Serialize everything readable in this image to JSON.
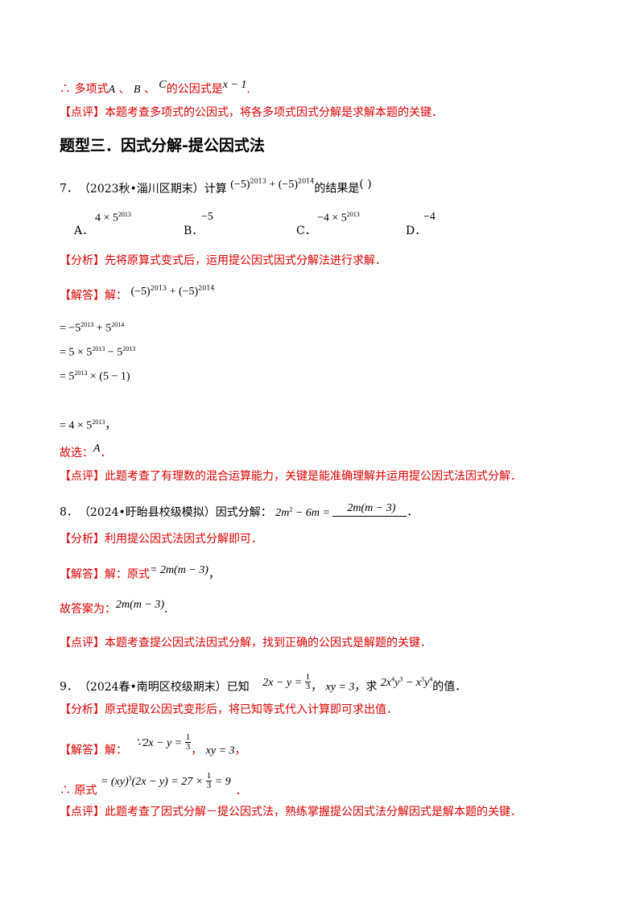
{
  "intro": {
    "therefore_line": {
      "prefix": "∴ 多项式",
      "a": "A",
      "sep1": " 、 ",
      "b": "B",
      "sep2": " 、 ",
      "c": "C",
      "mid": "的公因式是",
      "expr": "x − 1",
      "end": "."
    },
    "comment": "【点评】本题考查多项式的公因式，将各多项式因式分解是求解本题的关键．"
  },
  "section_heading": "题型三．因式分解-提公因式法",
  "q7": {
    "number": "7．",
    "source": "（2023秋•淄川区期末）计算",
    "expr_a": "(−5)",
    "exp_a": "2013",
    "expr_plus": " + (−5)",
    "exp_b": "2014",
    "tail": "的结果是",
    "paren": "(        )",
    "options": [
      {
        "letter": "A．",
        "base": "4 × 5",
        "exp": "2013"
      },
      {
        "letter": "B．",
        "base": "−5",
        "exp": ""
      },
      {
        "letter": "C．",
        "base": "−4 × 5",
        "exp": "2013"
      },
      {
        "letter": "D．",
        "base": "−4",
        "exp": ""
      }
    ],
    "analysis": "【分析】先将原算式变式后，运用提公因式因式分解法进行求解．",
    "solution_label": "【解答】解：",
    "solution_expr": "(−5)",
    "solution_exp_a": "2013",
    "solution_plus": " + (−5)",
    "solution_exp_b": "2014",
    "steps": [
      {
        "pre": "= −5",
        "e1": "2013",
        "mid": " + 5",
        "e2": "2014",
        "post": ""
      },
      {
        "pre": "= 5 × 5",
        "e1": "2013",
        "mid": " − 5",
        "e2": "2013",
        "post": ""
      },
      {
        "pre": "= 5",
        "e1": "2013",
        "mid": " × (5 − 1)",
        "e2": "",
        "post": ""
      },
      {
        "pre": "= 4 × 5",
        "e1": "2013",
        "mid": "",
        "e2": "",
        "post": "，"
      }
    ],
    "choice": "故选：",
    "choice_letter": "A",
    "choice_end": "．",
    "comment": "【点评】此题考查了有理数的混合运算能力，关键是能准确理解并运用提公因式法因式分解．"
  },
  "q8": {
    "number": "8．",
    "source": "（2024•盱眙县校级模拟）因式分解：",
    "expr": "2m",
    "exp": "2",
    "expr_rest": " − 6m = ",
    "answer": "2m(m − 3)",
    "end": "．",
    "analysis": "【分析】利用提公因式法因式分解即可．",
    "solution_label": "【解答】解：原式",
    "solution_expr": "= 2m(m − 3)",
    "solution_end": "，",
    "answer_label": "故答案为：",
    "answer_expr": "2m(m − 3)",
    "answer_end": ".",
    "comment": "【点评】本题考查提公因式法因式分解，找到正确的公因式是解题的关键．"
  },
  "q9": {
    "number": "9．",
    "source": "（2024春•南明区校级期末）已知",
    "given1": "2x − y = ",
    "frac_num": "1",
    "frac_den": "3",
    "comma1": "，",
    "given2": "xy = 3",
    "comma2": "，求",
    "target_a": "2x",
    "target_e1": "4",
    "target_b": "y",
    "target_e2": "3",
    "target_c": " − x",
    "target_e3": "3",
    "target_d": "y",
    "target_e4": "4",
    "tail": "的值．",
    "analysis": "【分析】原式提取公因式变形后，将已知等式代入计算即可求出值．",
    "solution_label": "【解答】解：",
    "because": "∵2x − y = ",
    "because_comma": "，",
    "because_xy": "xy = 3",
    "because_end": "，",
    "therefore_label": "∴ 原式",
    "therefore_a": "= (xy)",
    "therefore_e": "3",
    "therefore_b": "(2x − y) = 27 × ",
    "therefore_c": " = 9",
    "therefore_end": "．",
    "comment": "【点评】此题考查了因式分解－提公因式法，熟练掌握提公因式法分解因式是解本题的关键．"
  }
}
